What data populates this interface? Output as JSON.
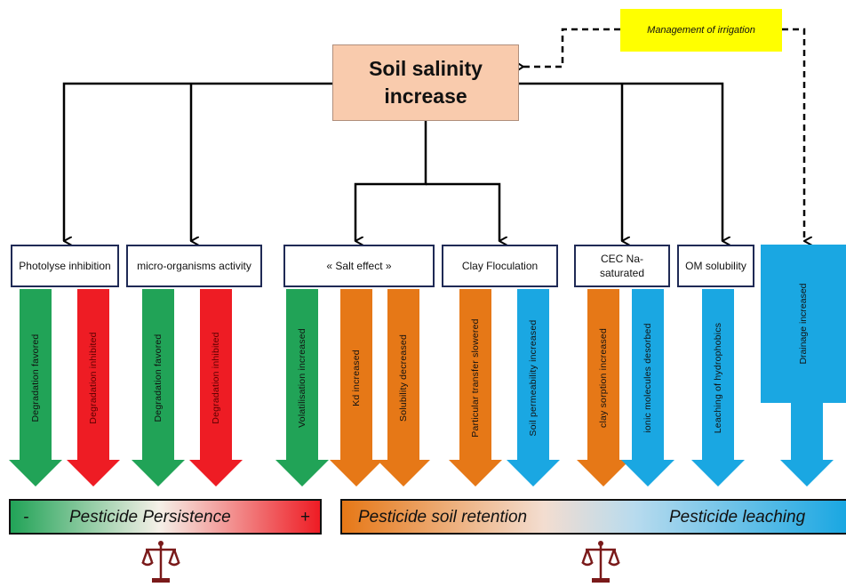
{
  "root": {
    "line1": "Soil salinity",
    "line2": "increase"
  },
  "management": "Management of irrigation",
  "boxes": {
    "photolyse": "Photolyse inhibition",
    "microorganisms": "micro-organisms activity",
    "salt_effect": "« Salt effect »",
    "clay": "Clay Floculation",
    "cec": "CEC Na-saturated",
    "om": "OM solubility"
  },
  "arrows": {
    "a1": "Degradation   favored",
    "a2": "Degradation   inhibited",
    "a3": "Degradation   favored",
    "a4": "Degradation   inhibited",
    "a5": "Volatilisation   increased",
    "a6": "Kd increased",
    "a7": "Solubility   decreased",
    "a8": "Particular   transfer   slowered",
    "a9": "Soil   permeability   increased",
    "a10": "clay  sorption  increased",
    "a11": "ionic  molecules  desorbed",
    "a12": "Leaching of hydrophobics",
    "drainage": "Drainage  increased"
  },
  "bars": {
    "minus": "-",
    "persistence": "Pesticide Persistence",
    "plus": "+",
    "retention": "Pesticide soil retention",
    "leaching": "Pesticide leaching"
  },
  "colors": {
    "green": "#21a357",
    "red": "#ee1c24",
    "orange": "#e67817",
    "blue": "#1aa7e2",
    "root_fill": "#f9cbad",
    "management_fill": "#ffff00",
    "scale": "#7a1a1a"
  }
}
